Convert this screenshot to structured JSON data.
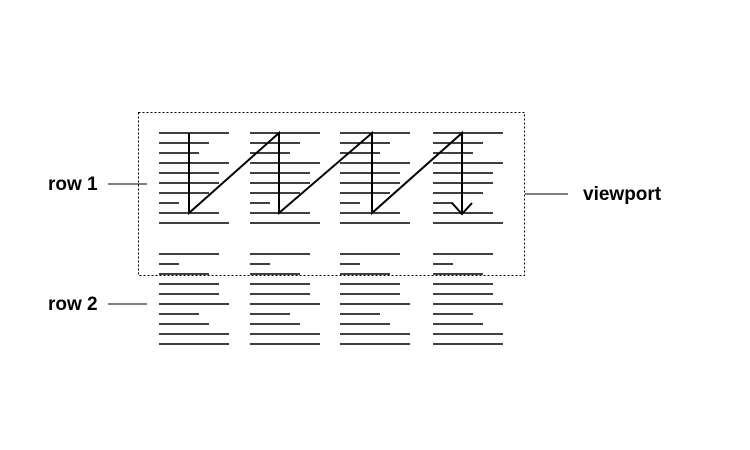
{
  "labels": {
    "row1": "row 1",
    "row2": "row 2",
    "viewport": "viewport"
  },
  "diagram": {
    "columns": 4,
    "rows": 2,
    "lines_per_row": 10,
    "line_color": "#000000"
  }
}
